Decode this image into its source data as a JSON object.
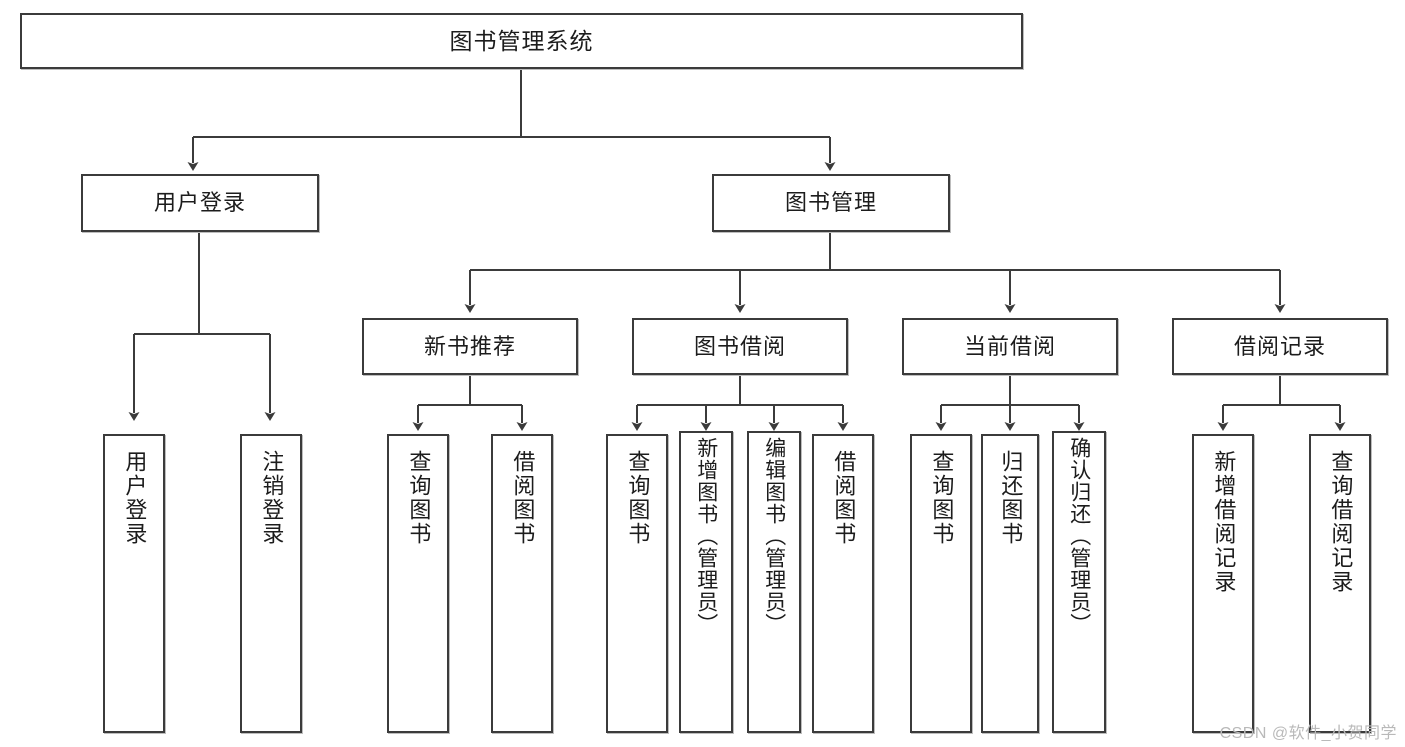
{
  "diagram": {
    "title": "图书管理系统",
    "type": "hierarchy-tree",
    "watermark": "CSDN @软件_小贺同学",
    "colors": {
      "background": "#ffffff",
      "box_border": "#3b3b3b",
      "box_fill": "#ffffff",
      "connector": "#3b3b3b",
      "text": "#1c1c1c",
      "watermark": "#b9b9b9"
    },
    "nodes": {
      "root": {
        "label": "图书管理系统",
        "level": 0
      },
      "level1": [
        {
          "id": "user-login",
          "label": "用户登录"
        },
        {
          "id": "book-manage",
          "label": "图书管理"
        }
      ],
      "level2": [
        {
          "id": "new-book-recommend",
          "label": "新书推荐",
          "parent": "book-manage"
        },
        {
          "id": "book-borrow",
          "label": "图书借阅",
          "parent": "book-manage"
        },
        {
          "id": "current-borrow",
          "label": "当前借阅",
          "parent": "book-manage"
        },
        {
          "id": "borrow-record",
          "label": "借阅记录",
          "parent": "book-manage"
        }
      ],
      "leaves": [
        {
          "id": "leaf-user-login",
          "label": "用户登录",
          "parent": "user-login"
        },
        {
          "id": "leaf-logout",
          "label": "注销登录",
          "parent": "user-login"
        },
        {
          "id": "leaf-query-book-1",
          "label": "查询图书",
          "parent": "new-book-recommend"
        },
        {
          "id": "leaf-borrow-book-1",
          "label": "借阅图书",
          "parent": "new-book-recommend"
        },
        {
          "id": "leaf-query-book-2",
          "label": "查询图书",
          "parent": "book-borrow"
        },
        {
          "id": "leaf-add-book",
          "label": "新增图书（管理员）",
          "parent": "book-borrow"
        },
        {
          "id": "leaf-edit-book",
          "label": "编辑图书（管理员）",
          "parent": "book-borrow"
        },
        {
          "id": "leaf-borrow-book-2",
          "label": "借阅图书",
          "parent": "book-borrow"
        },
        {
          "id": "leaf-query-book-3",
          "label": "查询图书",
          "parent": "current-borrow"
        },
        {
          "id": "leaf-return-book",
          "label": "归还图书",
          "parent": "current-borrow"
        },
        {
          "id": "leaf-confirm-return",
          "label": "确认归还（管理员）",
          "parent": "current-borrow"
        },
        {
          "id": "leaf-add-record",
          "label": "新增借阅记录",
          "parent": "borrow-record"
        },
        {
          "id": "leaf-query-record",
          "label": "查询借阅记录",
          "parent": "borrow-record"
        }
      ]
    }
  }
}
